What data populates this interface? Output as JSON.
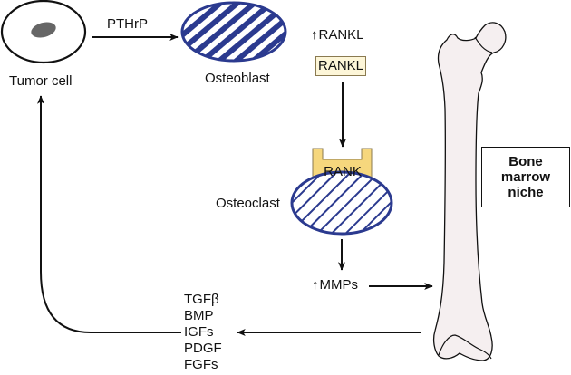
{
  "labels": {
    "tumor_cell": "Tumor cell",
    "pthrp": "PTHrP",
    "osteoblast": "Osteoblast",
    "rankl_up": "RANKL",
    "rankl_box": "RANKL",
    "rank": "RANK",
    "osteoclast": "Osteoclast",
    "mmps_up": "MMPs",
    "niche": [
      "Bone",
      "marrow",
      "niche"
    ]
  },
  "growth_factors": [
    "TGFβ",
    "BMP",
    "IGFs",
    "PDGF",
    "FGFs"
  ],
  "icons": {
    "up_arrow": "↑"
  },
  "colors": {
    "cell_hatch": "#2b3a8f",
    "nucleus": "#666666",
    "rankl_fill": "#fdf6d8",
    "rank_fill": "#f6d77d",
    "bone_fill": "#f5eff0"
  }
}
